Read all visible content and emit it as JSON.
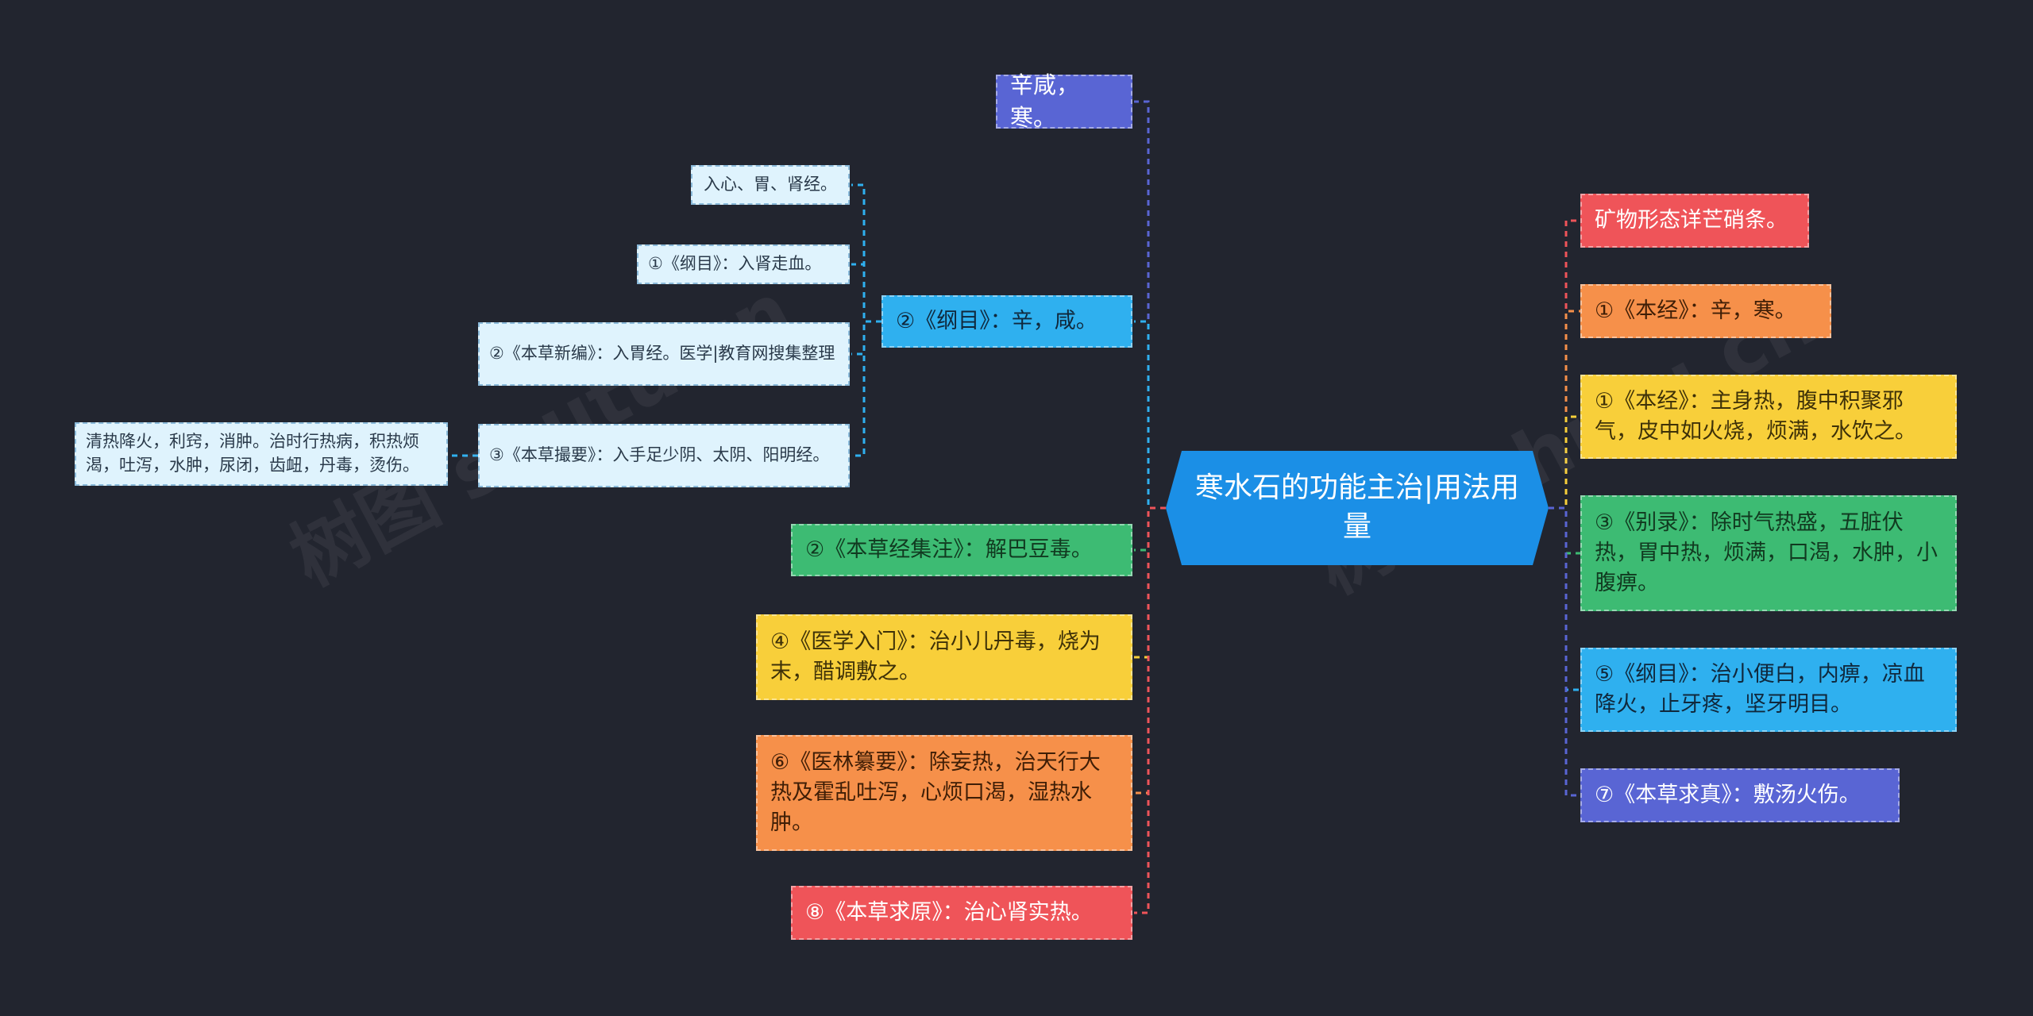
{
  "root": {
    "label": "寒水石的功能主治|用法用量",
    "color": "#1b8fe6"
  },
  "watermark": {
    "text": "树图 shutu.cn"
  },
  "left": {
    "taste": "辛咸，寒。",
    "gangmu": {
      "label": "②《纲目》：辛，咸。",
      "children": [
        "入心、胃、肾经。",
        "①《纲目》：入肾走血。",
        "②《本草新编》：入胃经。医学|教育网搜集整理",
        "③《本草撮要》：入手足少阴、太阴、阳明经。"
      ],
      "leaf": "清热降火，利窍，消肿。治时行热病，积热烦渴，吐泻，水肿，尿闭，齿衄，丹毒，烫伤。"
    },
    "jizhu": "②《本草经集注》：解巴豆毒。",
    "yixue": "④《医学入门》：治小儿丹毒，烧为末，醋调敷之。",
    "yilin": "⑥《医林纂要》：除妄热，治天行大热及霍乱吐泻，心烦口渴，湿热水肿。",
    "qiuyuan": "⑧《本草求原》：治心肾实热。"
  },
  "right": {
    "items": [
      "矿物形态详芒硝条。",
      "①《本经》：辛，寒。",
      "①《本经》：主身热，腹中积聚邪气，皮中如火烧，烦满，水饮之。",
      "③《别录》：除时气热盛，五脏伏热，胃中热，烦满，口渴，水肿，小腹痹。",
      "⑤《纲目》：治小便白，内痹，凉血降火，止牙疼，坚牙明目。",
      "⑦《本草求真》：敷汤火伤。"
    ]
  },
  "colors": {
    "indigo": "#5965d4",
    "sky": "#2fb0ef",
    "pale": "#dff3fd",
    "green": "#3dbb73",
    "yellow": "#f8cf3a",
    "orange": "#f6904a",
    "red": "#ef5459",
    "background": "#22252f"
  }
}
